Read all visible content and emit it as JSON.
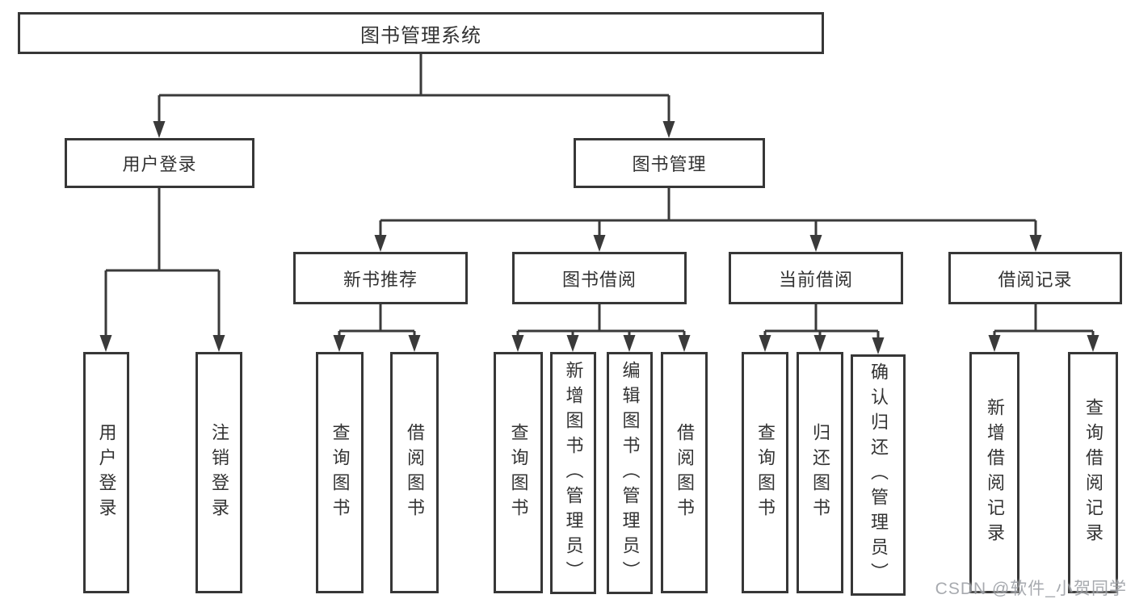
{
  "tree": {
    "label": "图书管理系统",
    "children": [
      {
        "label": "用户登录",
        "children": [
          {
            "label": "用户登录"
          },
          {
            "label": "注销登录"
          }
        ]
      },
      {
        "label": "图书管理",
        "children": [
          {
            "label": "新书推荐",
            "children": [
              {
                "label": "查询图书"
              },
              {
                "label": "借阅图书"
              }
            ]
          },
          {
            "label": "图书借阅",
            "children": [
              {
                "label": "查询图书"
              },
              {
                "label": "新增图书（管理员）"
              },
              {
                "label": "编辑图书（管理员）"
              },
              {
                "label": "借阅图书"
              }
            ]
          },
          {
            "label": "当前借阅",
            "children": [
              {
                "label": "查询图书"
              },
              {
                "label": "归还图书"
              },
              {
                "label": "确认归还（管理员）"
              }
            ]
          },
          {
            "label": "借阅记录",
            "children": [
              {
                "label": "新增借阅记录"
              },
              {
                "label": "查询借阅记录"
              }
            ]
          }
        ]
      }
    ]
  },
  "watermark": {
    "text": "CSDN @软件_小贺同学"
  },
  "colors": {
    "line": "#3a3a3a",
    "box_border": "#373737",
    "text": "#333333",
    "background": "#ffffff",
    "watermark": "#94979e"
  }
}
